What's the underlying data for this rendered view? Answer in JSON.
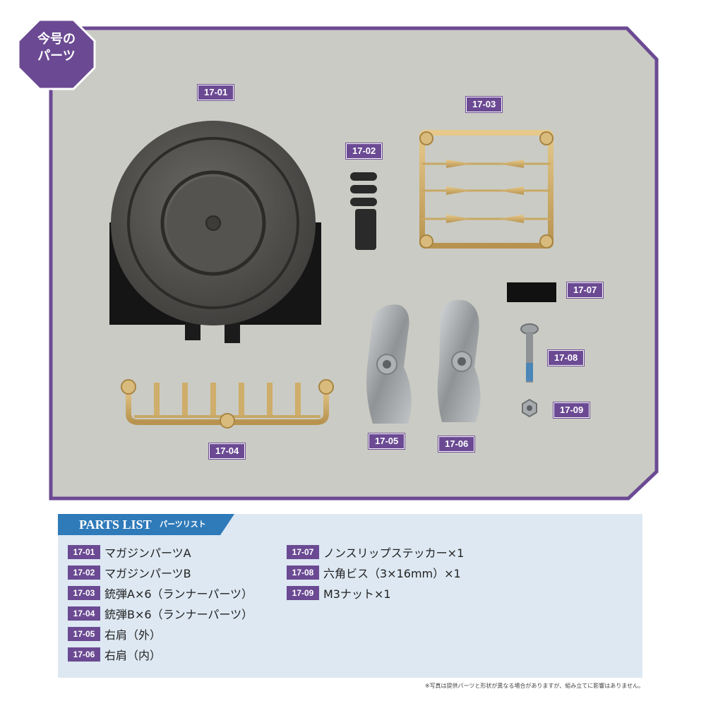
{
  "badge": {
    "line1": "今号の",
    "line2": "パーツ"
  },
  "photo_labels": {
    "p1701": "17-01",
    "p1702": "17-02",
    "p1703": "17-03",
    "p1704": "17-04",
    "p1705": "17-05",
    "p1706": "17-06",
    "p1707": "17-07",
    "p1708": "17-08",
    "p1709": "17-09"
  },
  "parts_list": {
    "title_en": "PARTS LIST",
    "title_jp": "パーツリスト",
    "left": [
      {
        "code": "17-01",
        "name": "マガジンパーツA"
      },
      {
        "code": "17-02",
        "name": "マガジンパーツB"
      },
      {
        "code": "17-03",
        "name": "銃弾A×6（ランナーパーツ）"
      },
      {
        "code": "17-04",
        "name": "銃弾B×6（ランナーパーツ）"
      },
      {
        "code": "17-05",
        "name": "右肩（外）"
      },
      {
        "code": "17-06",
        "name": "右肩（内）"
      }
    ],
    "right": [
      {
        "code": "17-07",
        "name": "ノンスリップステッカー×1"
      },
      {
        "code": "17-08",
        "name": "六角ビス（3×16mm）×1"
      },
      {
        "code": "17-09",
        "name": "M3ナット×1"
      }
    ]
  },
  "footnote": "※写真は提供パーツと形状が異なる場合がありますが、組み立てに影響はありません。",
  "colors": {
    "accent_purple": "#6b4a93",
    "header_blue": "#2f7ab9",
    "panel_bg": "#dde8f2",
    "photo_bg": "#cacbc4"
  }
}
